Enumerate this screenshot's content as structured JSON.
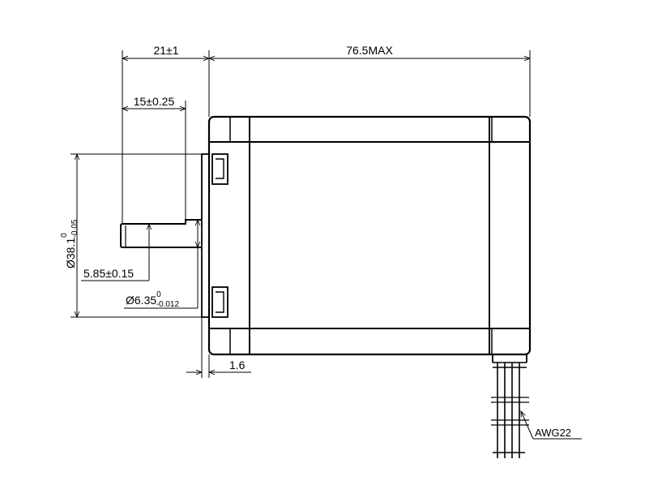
{
  "dimensions": {
    "shaft_length": "21±1",
    "body_length": "76.5MAX",
    "shaft_flat_length": "15±0.25",
    "pilot_diameter": "Ø38.1",
    "pilot_diameter_tol_upper": "0",
    "pilot_diameter_tol_lower": "-0.05",
    "flat_depth": "5.85±0.15",
    "shaft_diameter": "Ø6.35",
    "shaft_diameter_tol_upper": "0",
    "shaft_diameter_tol_lower": "-0.012",
    "pilot_height": "1.6"
  },
  "labels": {
    "wire_gauge": "AWG22"
  }
}
